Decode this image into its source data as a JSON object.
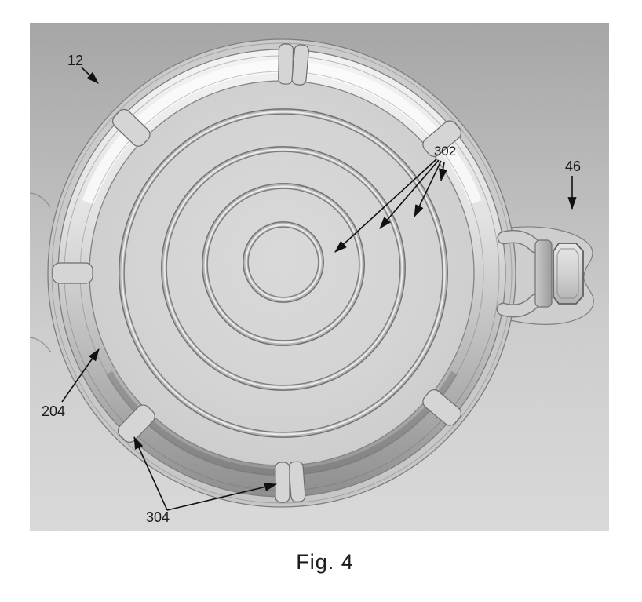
{
  "figure": {
    "caption": "Fig. 4",
    "labels": {
      "l12": "12",
      "l302": "302",
      "l46": "46",
      "l204": "204",
      "l304": "304"
    }
  },
  "colors": {
    "page_background": "#ffffff",
    "drawing_background_top": "#a6a6a6",
    "drawing_background_bottom": "#dadada",
    "disc_surface": "#d5d5d5",
    "rim_highlight": "#f5f5f5",
    "rim_shadow": "#8c8c8c",
    "line_ink": "#1a1a1a"
  }
}
